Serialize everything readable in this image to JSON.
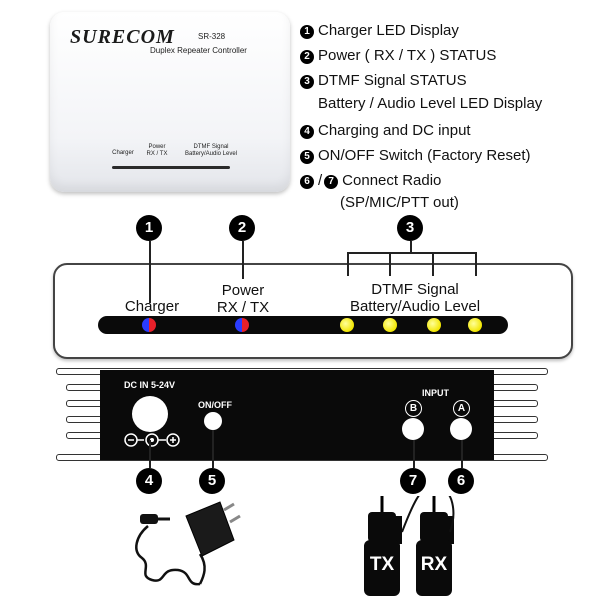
{
  "product": {
    "brand": "SURECOM",
    "model": "SR-328",
    "tagline": "Duplex Repeater Controller",
    "labels": {
      "charger": "Charger",
      "power_line1": "Power",
      "power_line2": "RX / TX",
      "dtmf_line1": "DTMF Signal",
      "dtmf_line2": "Battery/Audio Level"
    }
  },
  "legend": [
    {
      "num": "1",
      "text": "Charger LED Display"
    },
    {
      "num": "2",
      "text": "Power ( RX / TX ) STATUS"
    },
    {
      "num": "3",
      "text": "DTMF Signal STATUS"
    },
    {
      "num": "",
      "text": "Battery / Audio Level LED Display"
    },
    {
      "num": "4",
      "text": "Charging and DC input"
    },
    {
      "num": "5",
      "text": "ON/OFF Switch (Factory Reset)"
    },
    {
      "num": "6",
      "num2": "7",
      "text": "Connect  Radio"
    },
    {
      "num": "",
      "text": "(SP/MIC/PTT out)"
    }
  ],
  "front_panel": {
    "callouts": [
      "1",
      "2",
      "3"
    ],
    "charger_label": "Charger",
    "power_line1": "Power",
    "power_line2": "RX / TX",
    "dtmf_line1": "DTMF Signal",
    "dtmf_line2": "Battery/Audio Level",
    "led_colors": {
      "red_blue": "#e8202a",
      "blue": "#2a3cff",
      "yellow": "#f2e600"
    }
  },
  "back_panel": {
    "dc_label": "DC IN 5-24V",
    "onoff_label": "ON/OFF",
    "input_label": "INPUT",
    "jack_b": "B",
    "jack_a": "A",
    "callouts": [
      "4",
      "5",
      "7",
      "6"
    ]
  },
  "radios": {
    "tx_label": "TX",
    "rx_label": "RX"
  }
}
